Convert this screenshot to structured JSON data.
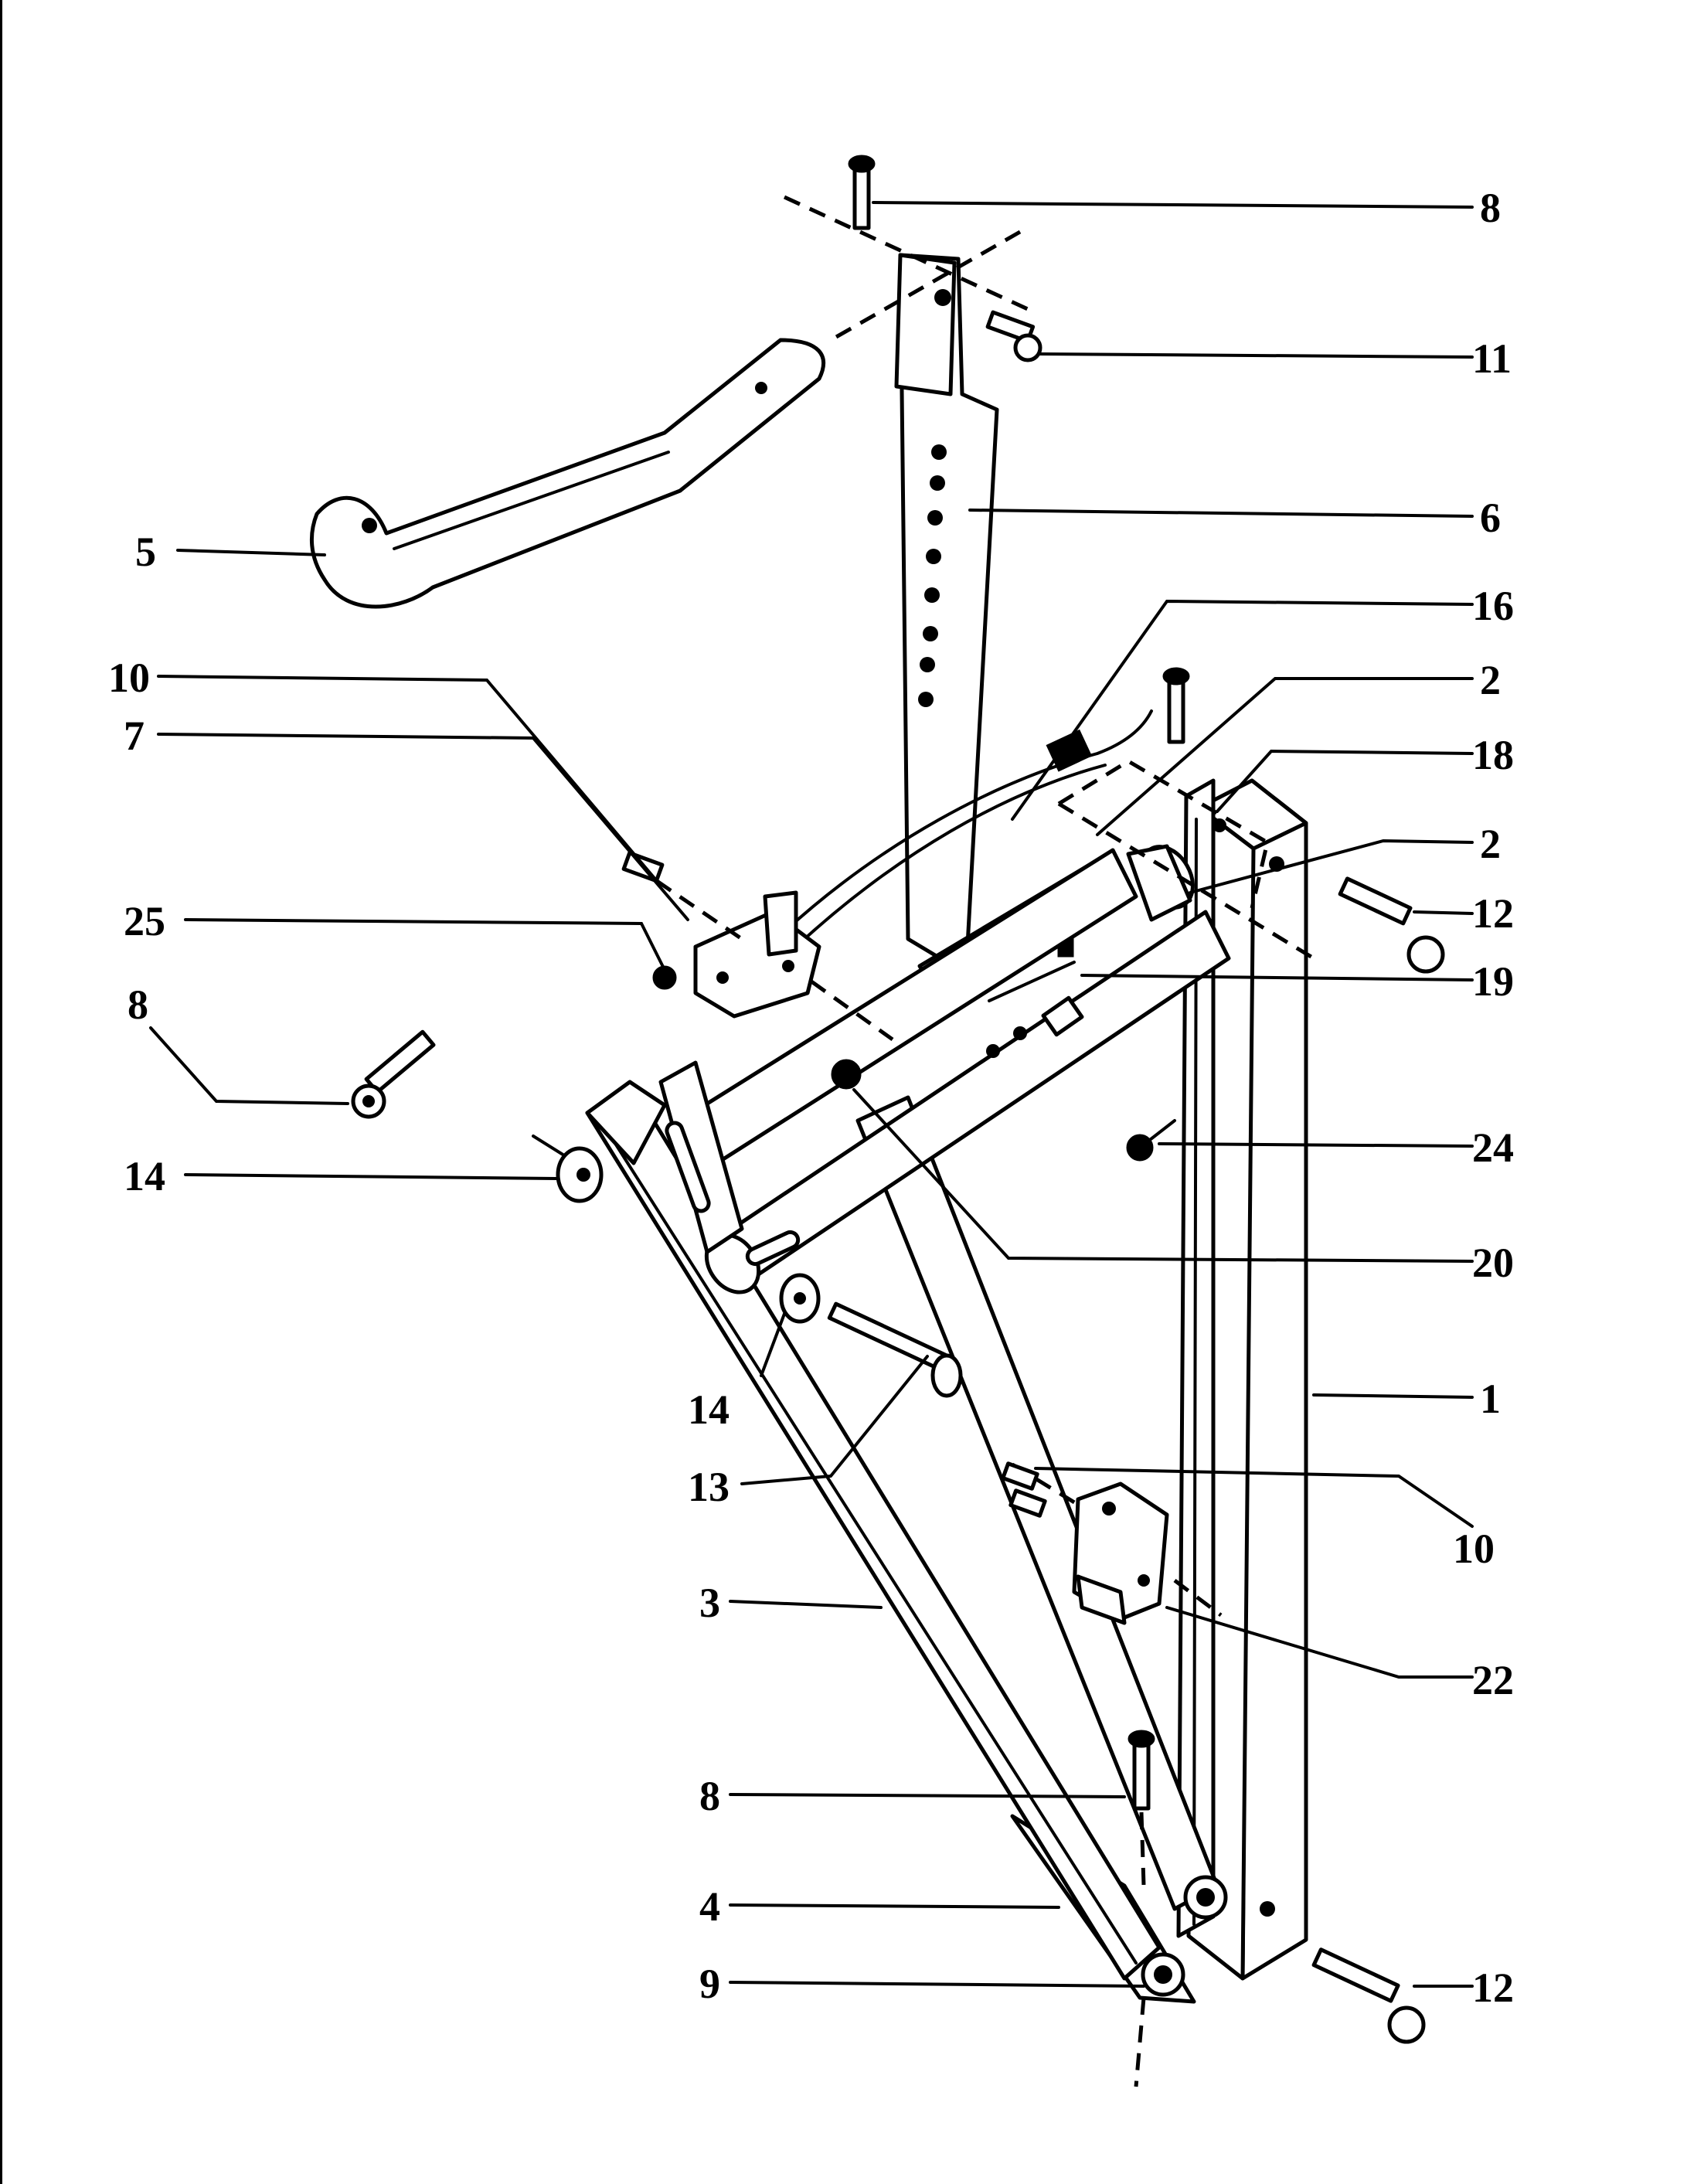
{
  "callouts": [
    {
      "id": "c8a",
      "label": "8"
    },
    {
      "id": "c11",
      "label": "11"
    },
    {
      "id": "c6",
      "label": "6"
    },
    {
      "id": "c5",
      "label": "5"
    },
    {
      "id": "c16",
      "label": "16"
    },
    {
      "id": "c10a",
      "label": "10"
    },
    {
      "id": "c2a",
      "label": "2"
    },
    {
      "id": "c7",
      "label": "7"
    },
    {
      "id": "c18",
      "label": "18"
    },
    {
      "id": "c2b",
      "label": "2"
    },
    {
      "id": "c25",
      "label": "25"
    },
    {
      "id": "c12a",
      "label": "12"
    },
    {
      "id": "c19",
      "label": "19"
    },
    {
      "id": "c8b",
      "label": "8"
    },
    {
      "id": "c24",
      "label": "24"
    },
    {
      "id": "c14a",
      "label": "14"
    },
    {
      "id": "c20",
      "label": "20"
    },
    {
      "id": "c1",
      "label": "1"
    },
    {
      "id": "c14b",
      "label": "14"
    },
    {
      "id": "c13",
      "label": "13"
    },
    {
      "id": "c10b",
      "label": "10"
    },
    {
      "id": "c3",
      "label": "3"
    },
    {
      "id": "c22",
      "label": "22"
    },
    {
      "id": "c8c",
      "label": "8"
    },
    {
      "id": "c4",
      "label": "4"
    },
    {
      "id": "c9",
      "label": "9"
    },
    {
      "id": "c12b",
      "label": "12"
    }
  ]
}
